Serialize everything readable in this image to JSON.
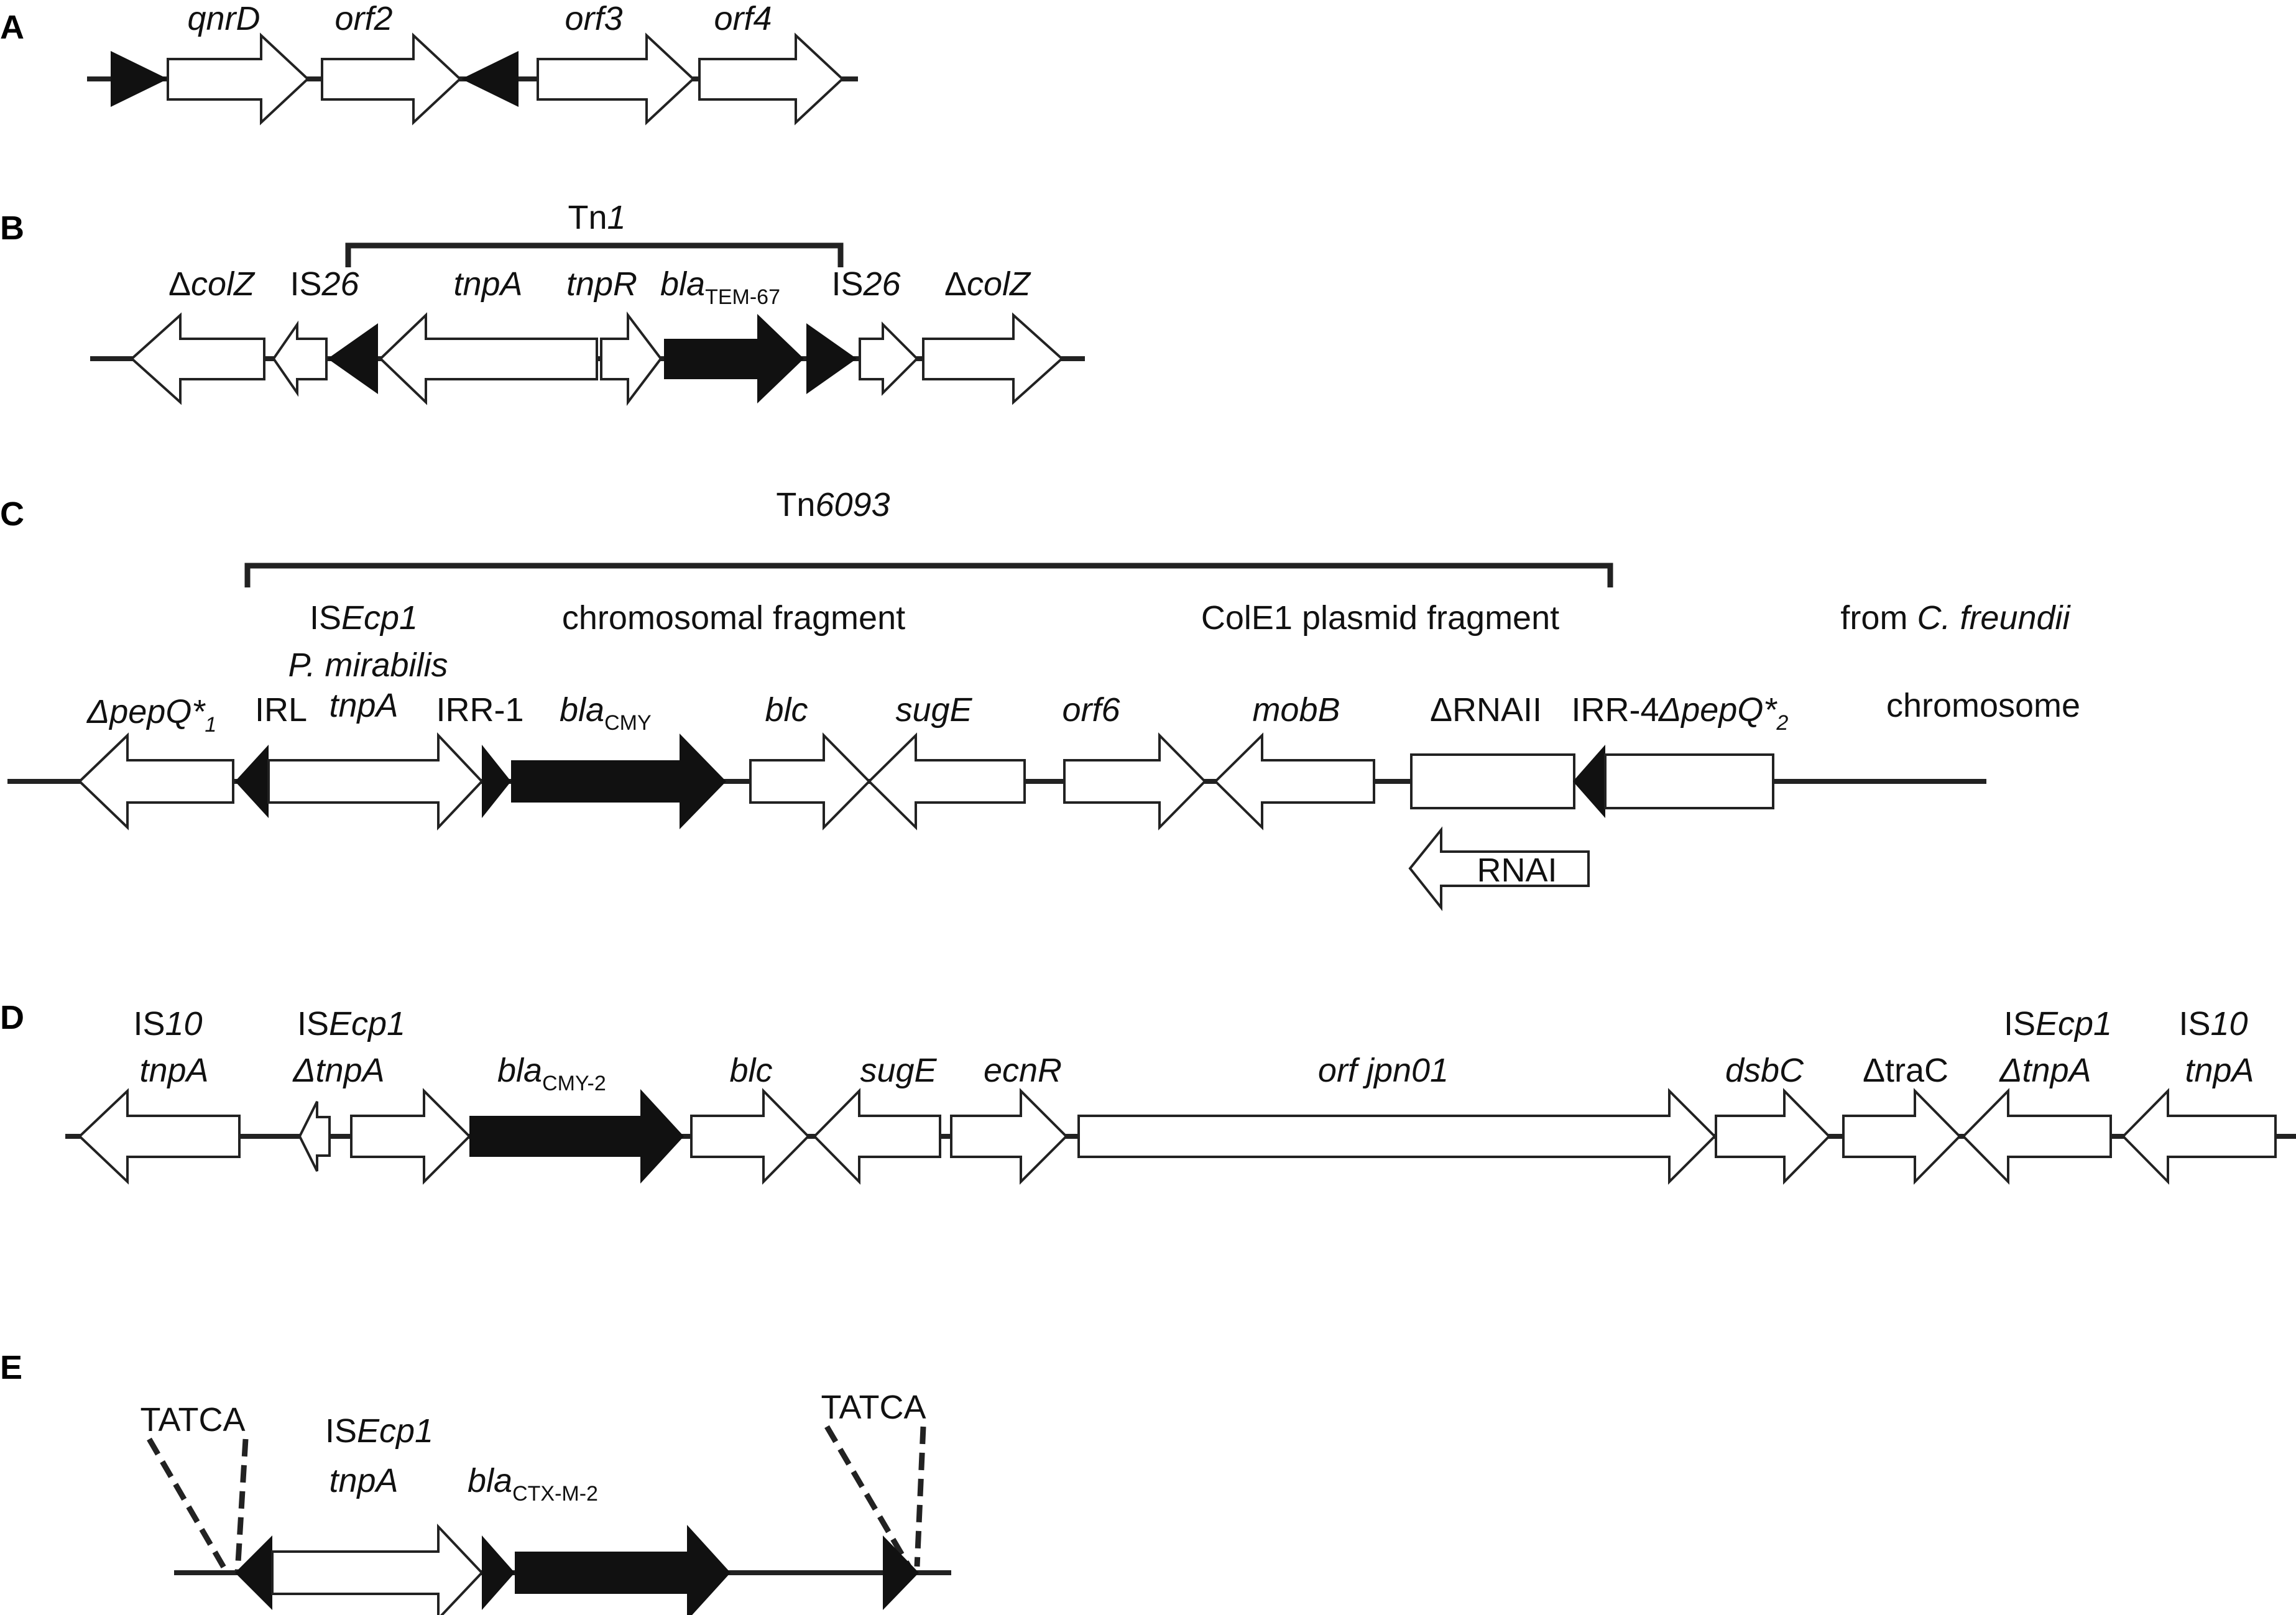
{
  "colors": {
    "background": "#ffffff",
    "line": "#222222",
    "filled": "#111111",
    "open": "#ffffff"
  },
  "panels": {
    "a": {
      "letter": "A",
      "genes": {
        "qnrD": "qnrD",
        "orf2": "orf2",
        "orf3": "orf3",
        "orf4": "orf4"
      }
    },
    "b": {
      "letter": "B",
      "tn_prefix": "Tn",
      "tn_num": "1",
      "colz": "colZ",
      "delta": "Δ",
      "is_prefix": "IS",
      "is_num": "26",
      "tnpA": "tnpA",
      "tnpR": "tnpR",
      "bla": "bla",
      "bla_sub": "TEM-67"
    },
    "c": {
      "letter": "C",
      "tn_prefix": "Tn",
      "tn_num": "6093",
      "isecp1_prefix": "IS",
      "isecp1_it": "Ecp1",
      "pmirabilis": "P. mirabilis",
      "tnpA": "tnpA",
      "chromosomal_fragment": "chromosomal fragment",
      "cole1_fragment": "ColE1 plasmid fragment",
      "from_pre": "from ",
      "from_species": "C. freundii",
      "chromosome": "chromosome",
      "pepq1_main": "ΔpepQ*",
      "pepq1_sub": "1",
      "irl": "IRL",
      "irr1": "IRR-1",
      "bla": "bla",
      "bla_sub": "CMY",
      "blc": "blc",
      "sugE": "sugE",
      "orf6": "orf6",
      "mobB": "mobB",
      "rnaii": "ΔRNAII",
      "irr4": "IRR-4",
      "pepq2_main": "ΔpepQ*",
      "pepq2_sub": "2",
      "rnai": "RNAI"
    },
    "d": {
      "letter": "D",
      "is_prefix": "IS",
      "is10_num": "10",
      "tnpA": "tnpA",
      "dtnpA": "ΔtnpA",
      "isecp1_it": "Ecp1",
      "bla": "bla",
      "bla_sub": "CMY-2",
      "blc": "blc",
      "sugE": "sugE",
      "ecnR": "ecnR",
      "orf_jpn01": "orf jpn01",
      "dsbC": "dsbC",
      "traC": "ΔtraC"
    },
    "e": {
      "letter": "E",
      "tatca_left": "TATCA",
      "tatca_right": "TATCA",
      "is_prefix": "IS",
      "isecp1_it": "Ecp1",
      "tnpA": "tnpA",
      "bla": "bla",
      "bla_sub": "CTX-M-2"
    }
  }
}
